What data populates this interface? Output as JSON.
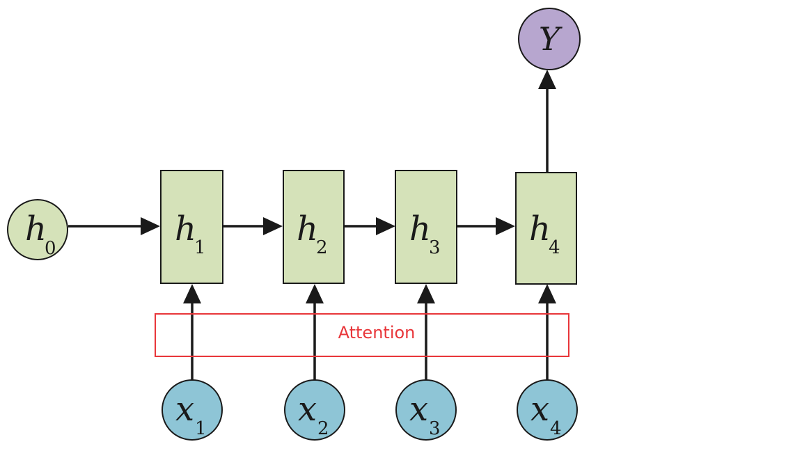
{
  "colors": {
    "hidden_fill": "#d5e2b9",
    "input_fill": "#8ec5d6",
    "output_fill": "#b7a6cf",
    "stroke": "#1a1a1a",
    "attention": "#e8363a"
  },
  "initial_state": {
    "var": "h",
    "sub": "0"
  },
  "hidden_states": [
    {
      "var": "h",
      "sub": "1"
    },
    {
      "var": "h",
      "sub": "2"
    },
    {
      "var": "h",
      "sub": "3"
    },
    {
      "var": "h",
      "sub": "4"
    }
  ],
  "inputs": [
    {
      "var": "x",
      "sub": "1"
    },
    {
      "var": "x",
      "sub": "2"
    },
    {
      "var": "x",
      "sub": "3"
    },
    {
      "var": "x",
      "sub": "4"
    }
  ],
  "output": {
    "var": "Y"
  },
  "attention": {
    "label": "Attention"
  }
}
